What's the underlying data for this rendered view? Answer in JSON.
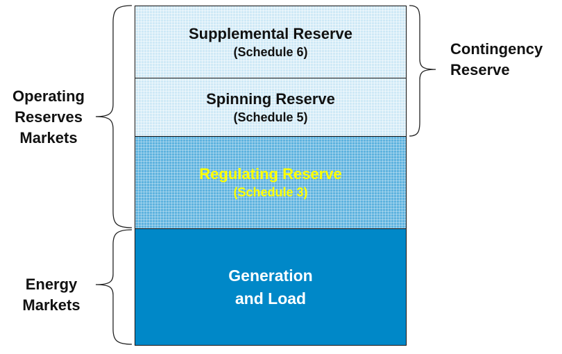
{
  "blocks": {
    "supplemental": {
      "title": "Supplemental Reserve",
      "subtitle": "(Schedule 6)"
    },
    "spinning": {
      "title": "Spinning Reserve",
      "subtitle": "(Schedule 5)"
    },
    "regulating": {
      "title": "Regulating Reserve",
      "subtitle": "(Schedule 3)"
    },
    "generation": {
      "line1": "Generation",
      "line2": "and Load"
    }
  },
  "labels": {
    "operating": [
      "Operating",
      "Reserves",
      "Markets"
    ],
    "energy": [
      "Energy",
      "Markets"
    ],
    "contingency": [
      "Contingency",
      "Reserve"
    ]
  },
  "colors": {
    "light_block": "#cfe9f6",
    "regulating_block": "#5fb3df",
    "regulating_text": "#ffff00",
    "generation_block": "#0088c8",
    "generation_text": "#ffffff"
  }
}
